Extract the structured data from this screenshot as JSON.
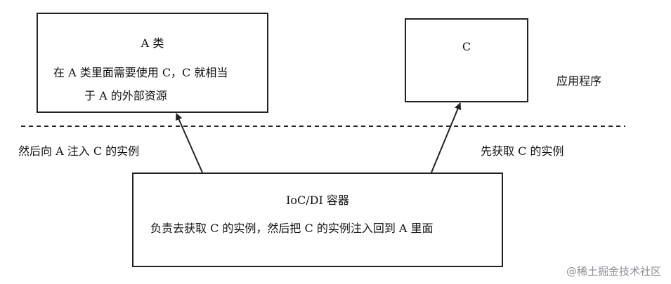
{
  "diagram": {
    "box_a": {
      "title": "A 类",
      "line1": "在 A 类里面需要使用 C，C 就相当",
      "line2": "于 A 的外部资源"
    },
    "box_c": {
      "title": "C"
    },
    "container": {
      "title": "IoC/DI 容器",
      "desc": "负责去获取 C 的实例，然后把 C 的实例注入回到 A 里面"
    },
    "label_app": "应用程序",
    "label_inject": "然后向 A 注入 C 的实例",
    "label_fetch": "先获取 C 的实例"
  },
  "watermark": "@稀土掘金技术社区",
  "colors": {
    "line": "#222222",
    "watermark": "#8a8f99"
  }
}
